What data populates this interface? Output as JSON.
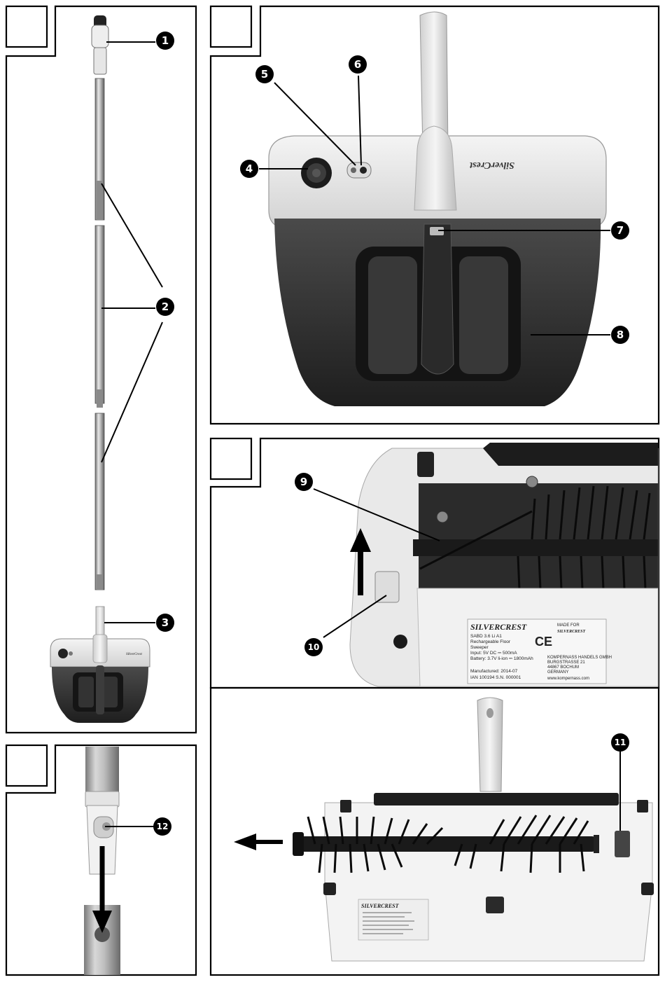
{
  "callouts": {
    "c1": "1",
    "c2": "2",
    "c3": "3",
    "c4": "4",
    "c5": "5",
    "c6": "6",
    "c7": "7",
    "c8": "8",
    "c9": "9",
    "c10": "10",
    "c11": "11",
    "c12": "12"
  },
  "brand": {
    "housing_logo": "SilverCrest",
    "label_logo": "SILVERCREST",
    "label_logo_small": "SILVERCREST",
    "mfr_logo": "SILVERCREST"
  },
  "rating_label": {
    "model": "SABD 3.6 Li A1",
    "desc1": "Rechargeable Floor",
    "desc2": "Sweeper",
    "input": "Input: 5V DC ⎓ 500mA",
    "battery": "Battery: 3.7V li-ion ⎓ 1800mAh",
    "manufactured": "Manufactured: 2014-07",
    "ian": "IAN 100194  S.N. 000001",
    "ce": "CE",
    "company": "KOMPERNASS HANDELS GMBH",
    "street": "BURGSTRASSE 21",
    "city": "44867 BOCHUM",
    "country": "GERMANY",
    "web": "www.kompernass.com",
    "made_for": "MADE FOR"
  }
}
